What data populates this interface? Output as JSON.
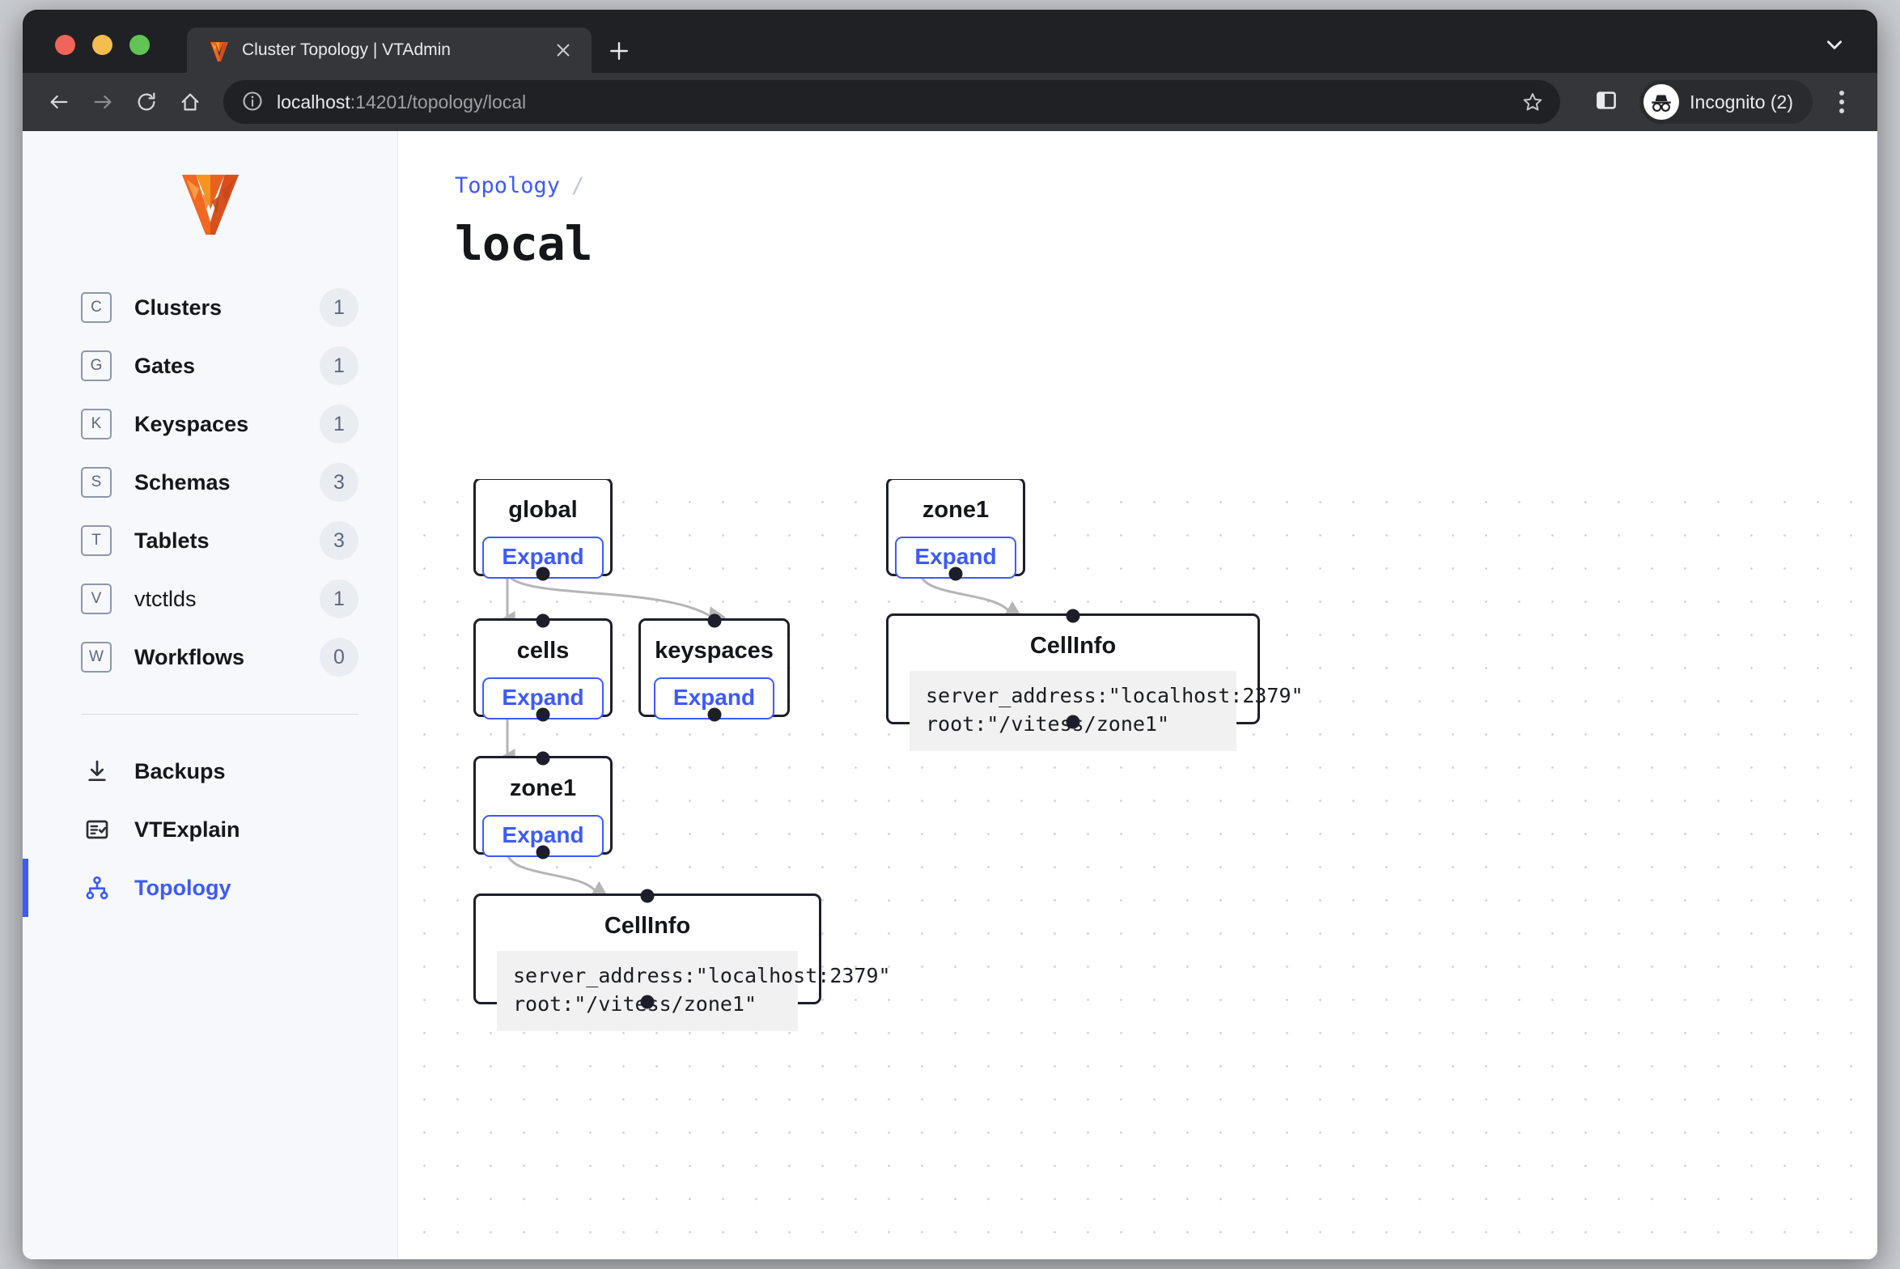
{
  "browser": {
    "tab": {
      "title": "Cluster Topology | VTAdmin",
      "favicon": "vitess-logo-icon",
      "close_icon": "close-icon"
    },
    "new_tab_icon": "plus-icon",
    "tab_list_chevron_icon": "chevron-down-icon",
    "back_icon": "arrow-left-icon",
    "forward_icon": "arrow-right-icon",
    "reload_icon": "reload-icon",
    "home_icon": "home-icon",
    "omnibox": {
      "info_icon": "info-circle-icon",
      "url_host": "localhost",
      "url_rest": ":14201/topology/local",
      "full_url": "localhost:14201/topology/local"
    },
    "bookmark_icon": "star-icon",
    "side_panel_icon": "side-panel-icon",
    "profile": {
      "label": "Incognito (2)",
      "avatar_icon": "incognito-icon"
    },
    "menu_icon": "kebab-menu-icon"
  },
  "sidebar": {
    "logo": "vitess-logo",
    "items": [
      {
        "icon_letter": "C",
        "label": "Clusters",
        "count": "1",
        "bold": true,
        "active": false
      },
      {
        "icon_letter": "G",
        "label": "Gates",
        "count": "1",
        "bold": true,
        "active": false
      },
      {
        "icon_letter": "K",
        "label": "Keyspaces",
        "count": "1",
        "bold": true,
        "active": false
      },
      {
        "icon_letter": "S",
        "label": "Schemas",
        "count": "3",
        "bold": true,
        "active": false
      },
      {
        "icon_letter": "T",
        "label": "Tablets",
        "count": "3",
        "bold": true,
        "active": false
      },
      {
        "icon_letter": "V",
        "label": "vtctlds",
        "count": "1",
        "bold": false,
        "active": false
      },
      {
        "icon_letter": "W",
        "label": "Workflows",
        "count": "0",
        "bold": true,
        "active": false
      }
    ],
    "secondary": [
      {
        "icon": "download-icon",
        "label": "Backups",
        "active": false
      },
      {
        "icon": "checklist-icon",
        "label": "VTExplain",
        "active": false
      },
      {
        "icon": "topology-icon",
        "label": "Topology",
        "active": true
      }
    ]
  },
  "main": {
    "breadcrumb": {
      "parent": "Topology",
      "separator": "/"
    },
    "title": "local"
  },
  "topology": {
    "expand_label": "Expand",
    "nodes": [
      {
        "id": "global",
        "title": "global",
        "type": "expandable"
      },
      {
        "id": "zone1-root",
        "title": "zone1",
        "type": "expandable"
      },
      {
        "id": "cells",
        "title": "cells",
        "type": "expandable"
      },
      {
        "id": "keyspaces",
        "title": "keyspaces",
        "type": "expandable"
      },
      {
        "id": "cellinfo-right",
        "title": "CellInfo",
        "type": "code",
        "code": "server_address:\"localhost:2379\"\nroot:\"/vitess/zone1\""
      },
      {
        "id": "zone1-child",
        "title": "zone1",
        "type": "expandable"
      },
      {
        "id": "cellinfo-bottom",
        "title": "CellInfo",
        "type": "code",
        "code": "server_address:\"localhost:2379\"\nroot:\"/vitess/zone1\""
      }
    ],
    "edges": [
      {
        "from": "global",
        "to": "cells"
      },
      {
        "from": "global",
        "to": "keyspaces"
      },
      {
        "from": "zone1-root",
        "to": "cellinfo-right"
      },
      {
        "from": "cells",
        "to": "zone1-child"
      },
      {
        "from": "zone1-child",
        "to": "cellinfo-bottom"
      }
    ]
  },
  "colors": {
    "accent": "#3d5afe",
    "node_border": "#1d1e2c",
    "chrome_dark": "#202124",
    "chrome_toolbar": "#35363a",
    "sidebar_bg": "#f7f8fb",
    "code_bg": "#f1f1f1",
    "edge": "#b5b5b5"
  }
}
